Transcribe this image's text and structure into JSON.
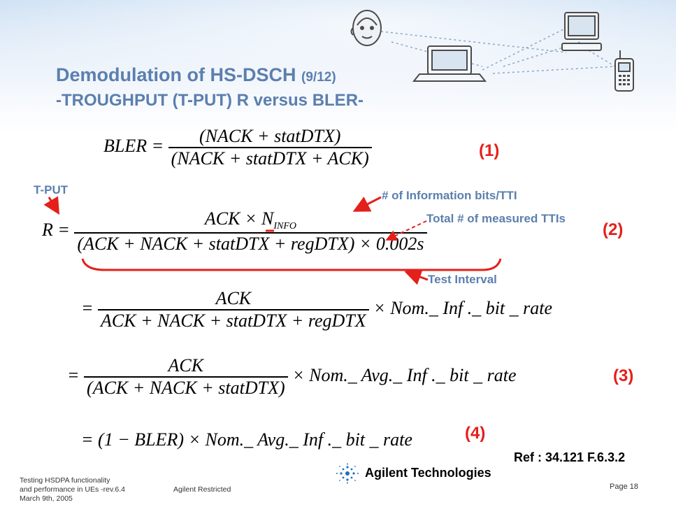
{
  "title": {
    "main": "Demodulation of HS-DSCH",
    "suffix": "(9/12)",
    "subtitle": "-TROUGHPUT (T-PUT) R versus BLER-"
  },
  "equations": {
    "bler": {
      "lhs": "BLER =",
      "num": "(NACK + statDTX)",
      "den": "(NACK + statDTX + ACK)",
      "number": "(1)"
    },
    "r": {
      "lhs": "R =",
      "num": "ACK × N",
      "num_sub": "INFO",
      "den": "(ACK + NACK + statDTX + regDTX) × 0.002s",
      "number": "(2)"
    },
    "line2": {
      "eq": "=",
      "num": "ACK",
      "den": "ACK + NACK + statDTX + regDTX",
      "tail": "× Nom._ Inf ._ bit _ rate"
    },
    "line3": {
      "eq": "=",
      "num": "ACK",
      "den": "(ACK + NACK + statDTX)",
      "tail": "× Nom._ Avg._ Inf ._ bit _ rate",
      "number": "(3)"
    },
    "line4": {
      "expr": "= (1 − BLER) × Nom._ Avg._ Inf ._ bit _ rate",
      "number": "(4)"
    }
  },
  "annotations": {
    "tput": "T-PUT",
    "info_bits": "# of Information bits/TTI",
    "total_ttis": "Total # of measured TTIs",
    "test_interval": "Test Interval"
  },
  "reference": "Ref : 34.121 F.6.3.2",
  "footer": {
    "left_line1": "Testing HSDPA functionality",
    "left_line2": "and performance in UEs -rev.6.4",
    "left_line3": "March 9th, 2005",
    "restricted": "Agilent Restricted",
    "company": "Agilent Technologies",
    "page": "Page 18"
  },
  "colors": {
    "title": "#5b7fae",
    "accent_red": "#e4201b",
    "annotation_blue": "#5b7fae"
  },
  "icons": [
    "person-head-icon",
    "laptop-icon",
    "desktop-monitor-icon",
    "mobile-phone-icon",
    "agilent-starburst-logo"
  ]
}
